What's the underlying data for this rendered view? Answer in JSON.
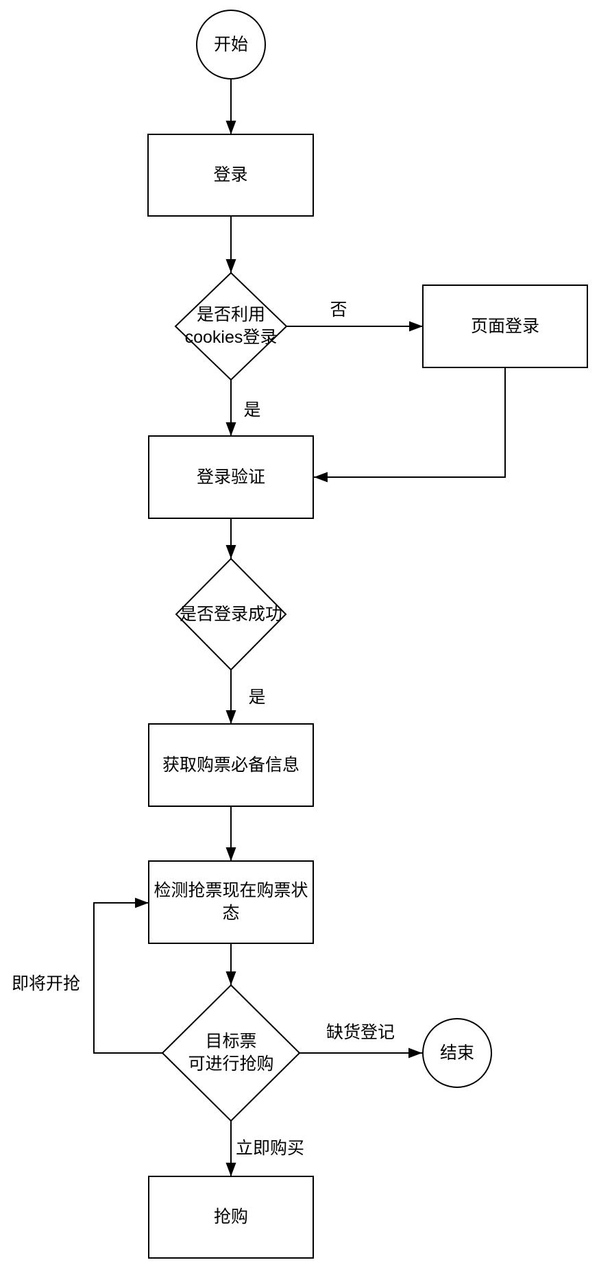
{
  "diagram": {
    "type": "flowchart",
    "language": "zh-CN",
    "colors": {
      "background": "#ffffff",
      "stroke": "#000000",
      "text": "#000000"
    },
    "nodes": {
      "start": {
        "type": "terminator-circle",
        "label": "开始"
      },
      "login": {
        "type": "process-rect",
        "label": "登录"
      },
      "cookies_decision": {
        "type": "decision-diamond",
        "label": "是否利用\ncookies登录"
      },
      "page_login": {
        "type": "process-rect",
        "label": "页面登录"
      },
      "login_verify": {
        "type": "process-rect",
        "label": "登录验证"
      },
      "success_decision": {
        "type": "decision-diamond",
        "label": "是否登录成功"
      },
      "get_info": {
        "type": "process-rect",
        "label": "获取购票必备信息"
      },
      "detect_status": {
        "type": "process-rect",
        "label": "检测抢票现在购票状态"
      },
      "target_decision": {
        "type": "decision-diamond",
        "label": "目标票\n可进行抢购"
      },
      "end": {
        "type": "terminator-circle",
        "label": "结束"
      },
      "rush": {
        "type": "process-rect",
        "label": "抢购"
      }
    },
    "edges": {
      "cookies_no": {
        "from": "cookies_decision",
        "to": "page_login",
        "label": "否"
      },
      "cookies_yes": {
        "from": "cookies_decision",
        "to": "login_verify",
        "label": "是"
      },
      "success_yes": {
        "from": "success_decision",
        "to": "get_info",
        "label": "是"
      },
      "loop_back": {
        "from": "target_decision",
        "to": "detect_status",
        "label": "即将开抢"
      },
      "sold_out": {
        "from": "target_decision",
        "to": "end",
        "label": "缺货登记"
      },
      "buy_now": {
        "from": "target_decision",
        "to": "rush",
        "label": "立即购买"
      }
    }
  }
}
